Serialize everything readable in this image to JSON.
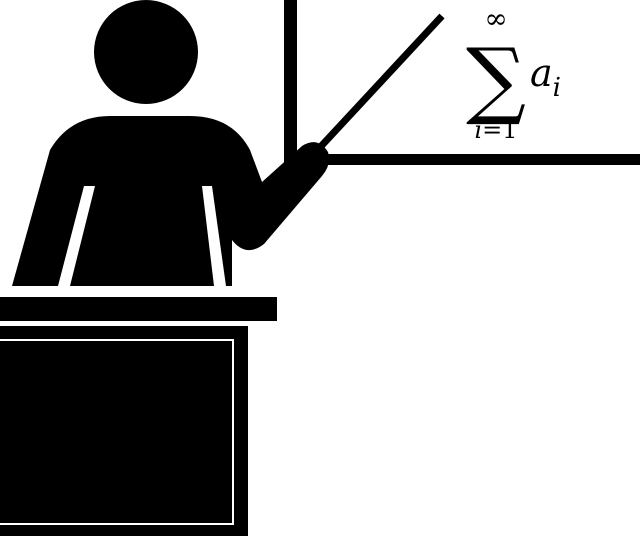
{
  "colors": {
    "ink": "#000000",
    "paper": "#ffffff"
  },
  "board": {
    "formula": {
      "operator": "∑",
      "upper_limit": "∞",
      "lower_limit_var": "i",
      "lower_limit_eq": "=1",
      "term_base": "a",
      "term_subscript": "i"
    }
  },
  "icons": {
    "figure": "teacher-pointing-icon",
    "pointer": "pointer-stick-icon",
    "lectern": "lectern-icon"
  }
}
